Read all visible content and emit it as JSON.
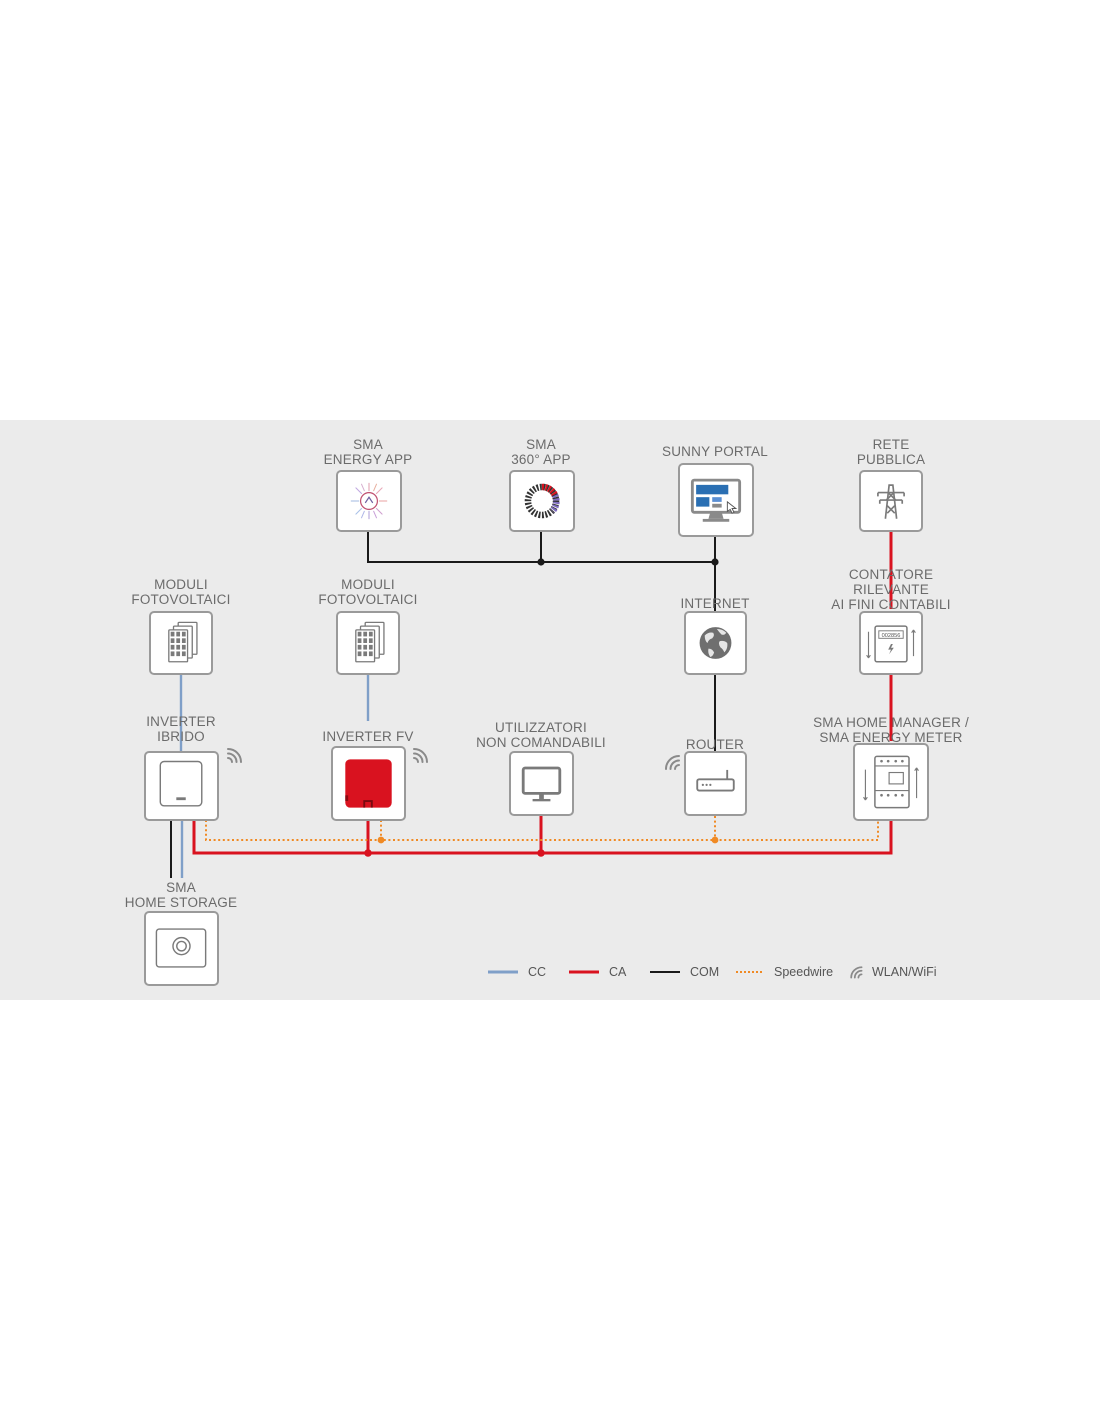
{
  "colors": {
    "cc": "#7f9fc8",
    "ca": "#d9121f",
    "com": "#1a1a1a",
    "speedwire": "#f08a24",
    "border": "#9a9a9a",
    "text": "#6b6b6b"
  },
  "nodes": {
    "energy_app": {
      "line1": "SMA",
      "line2": "ENERGY APP",
      "icon": "energy-app-icon"
    },
    "app360": {
      "line1": "SMA",
      "line2": "360° APP",
      "icon": "360-app-icon"
    },
    "sunny_portal": {
      "line1": "SUNNY PORTAL",
      "icon": "monitor-portal-icon"
    },
    "rete": {
      "line1": "RETE",
      "line2": "PUBBLICA",
      "icon": "power-pylon-icon"
    },
    "moduli1": {
      "line1": "MODULI",
      "line2": "FOTOVOLTAICI",
      "icon": "solar-panels-icon"
    },
    "moduli2": {
      "line1": "MODULI",
      "line2": "FOTOVOLTAICI",
      "icon": "solar-panels-icon"
    },
    "internet": {
      "line1": "INTERNET",
      "icon": "globe-icon"
    },
    "contatore": {
      "line1": "CONTATORE",
      "line2": "RILEVANTE",
      "line3": "AI FINI CONTABILI",
      "meter_reading": "002856",
      "icon": "energy-meter-icon"
    },
    "inverter_ibrido": {
      "line1": "INVERTER",
      "line2": "IBRIDO",
      "icon": "hybrid-inverter-icon"
    },
    "inverter_fv": {
      "line1": "INVERTER FV",
      "icon": "pv-inverter-icon"
    },
    "utilizzatori": {
      "line1": "UTILIZZATORI",
      "line2": "NON COMANDABILI",
      "icon": "monitor-icon"
    },
    "router": {
      "line1": "ROUTER",
      "icon": "router-icon"
    },
    "home_manager": {
      "line1": "SMA HOME MANAGER /",
      "line2": "SMA ENERGY METER",
      "icon": "home-manager-icon"
    },
    "home_storage": {
      "line1": "SMA",
      "line2": "HOME STORAGE",
      "icon": "battery-storage-icon"
    }
  },
  "legend": [
    {
      "label": "CC",
      "type": "cc"
    },
    {
      "label": "CA",
      "type": "ca"
    },
    {
      "label": "COM",
      "type": "com"
    },
    {
      "label": "Speedwire",
      "type": "speedwire"
    },
    {
      "label": "WLAN/WiFi",
      "type": "wifi"
    }
  ]
}
